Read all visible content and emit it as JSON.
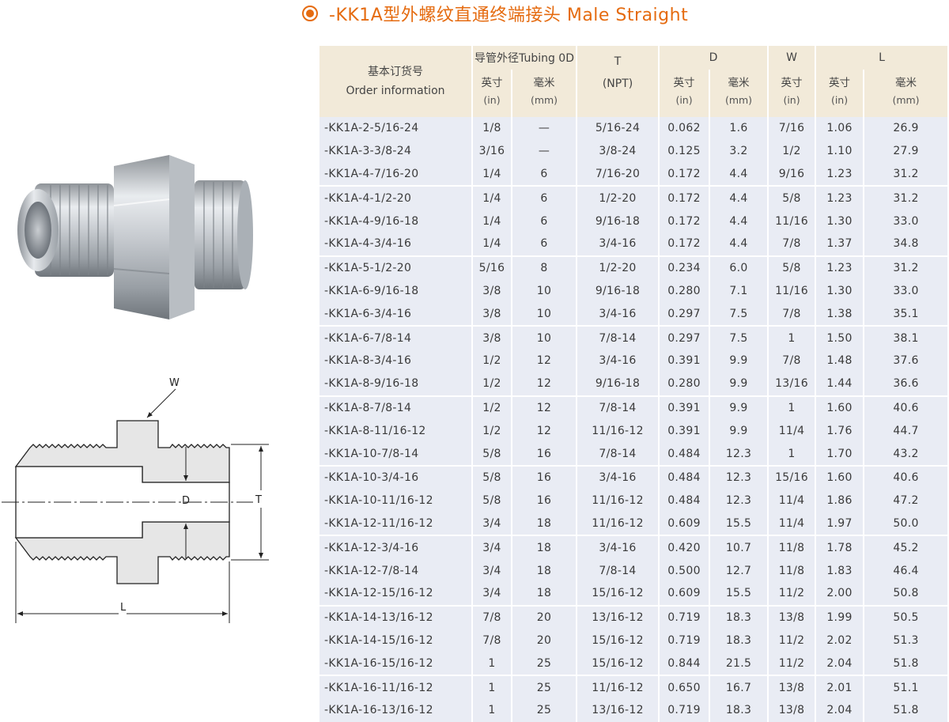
{
  "title": "-KK1A型外螺纹直通终端接头 Male Straight",
  "icons": {
    "bullet": "orange-ring-bullet-icon"
  },
  "colors": {
    "accent": "#e56b10",
    "header_bg": "#f2ead9",
    "row_bg": "#e9ecf4"
  },
  "drawing_labels": {
    "w": "W",
    "d": "D",
    "t": "T",
    "l": "L"
  },
  "header": {
    "order_cn": "基本订货号",
    "order_en": "Order information",
    "tubing": "导管外径Tubing 0D",
    "t": "T",
    "t_sub": "(NPT)",
    "d": "D",
    "w": "W",
    "l": "L",
    "inch": "英寸",
    "inch_unit": "(in)",
    "mm": "毫米",
    "mm_unit": "(mm)"
  },
  "rows": [
    [
      "-KK1A-2-5/16-24",
      "1/8",
      "—",
      "5/16-24",
      "0.062",
      "1.6",
      "7/16",
      "1.06",
      "26.9"
    ],
    [
      "-KK1A-3-3/8-24",
      "3/16",
      "—",
      "3/8-24",
      "0.125",
      "3.2",
      "1/2",
      "1.10",
      "27.9"
    ],
    [
      "-KK1A-4-7/16-20",
      "1/4",
      "6",
      "7/16-20",
      "0.172",
      "4.4",
      "9/16",
      "1.23",
      "31.2"
    ],
    [
      "-KK1A-4-1/2-20",
      "1/4",
      "6",
      "1/2-20",
      "0.172",
      "4.4",
      "5/8",
      "1.23",
      "31.2"
    ],
    [
      "-KK1A-4-9/16-18",
      "1/4",
      "6",
      "9/16-18",
      "0.172",
      "4.4",
      "11/16",
      "1.30",
      "33.0"
    ],
    [
      "-KK1A-4-3/4-16",
      "1/4",
      "6",
      "3/4-16",
      "0.172",
      "4.4",
      "7/8",
      "1.37",
      "34.8"
    ],
    [
      "-KK1A-5-1/2-20",
      "5/16",
      "8",
      "1/2-20",
      "0.234",
      "6.0",
      "5/8",
      "1.23",
      "31.2"
    ],
    [
      "-KK1A-6-9/16-18",
      "3/8",
      "10",
      "9/16-18",
      "0.280",
      "7.1",
      "11/16",
      "1.30",
      "33.0"
    ],
    [
      "-KK1A-6-3/4-16",
      "3/8",
      "10",
      "3/4-16",
      "0.297",
      "7.5",
      "7/8",
      "1.38",
      "35.1"
    ],
    [
      "-KK1A-6-7/8-14",
      "3/8",
      "10",
      "7/8-14",
      "0.297",
      "7.5",
      "1",
      "1.50",
      "38.1"
    ],
    [
      "-KK1A-8-3/4-16",
      "1/2",
      "12",
      "3/4-16",
      "0.391",
      "9.9",
      "7/8",
      "1.48",
      "37.6"
    ],
    [
      "-KK1A-8-9/16-18",
      "1/2",
      "12",
      "9/16-18",
      "0.280",
      "9.9",
      "13/16",
      "1.44",
      "36.6"
    ],
    [
      "-KK1A-8-7/8-14",
      "1/2",
      "12",
      "7/8-14",
      "0.391",
      "9.9",
      "1",
      "1.60",
      "40.6"
    ],
    [
      "-KK1A-8-11/16-12",
      "1/2",
      "12",
      "11/16-12",
      "0.391",
      "9.9",
      "11/4",
      "1.76",
      "44.7"
    ],
    [
      "-KK1A-10-7/8-14",
      "5/8",
      "16",
      "7/8-14",
      "0.484",
      "12.3",
      "1",
      "1.70",
      "43.2"
    ],
    [
      "-KK1A-10-3/4-16",
      "5/8",
      "16",
      "3/4-16",
      "0.484",
      "12.3",
      "15/16",
      "1.60",
      "40.6"
    ],
    [
      "-KK1A-10-11/16-12",
      "5/8",
      "16",
      "11/16-12",
      "0.484",
      "12.3",
      "11/4",
      "1.86",
      "47.2"
    ],
    [
      "-KK1A-12-11/16-12",
      "3/4",
      "18",
      "11/16-12",
      "0.609",
      "15.5",
      "11/4",
      "1.97",
      "50.0"
    ],
    [
      "-KK1A-12-3/4-16",
      "3/4",
      "18",
      "3/4-16",
      "0.420",
      "10.7",
      "11/8",
      "1.78",
      "45.2"
    ],
    [
      "-KK1A-12-7/8-14",
      "3/4",
      "18",
      "7/8-14",
      "0.500",
      "12.7",
      "11/8",
      "1.83",
      "46.4"
    ],
    [
      "-KK1A-12-15/16-12",
      "3/4",
      "18",
      "15/16-12",
      "0.609",
      "15.5",
      "11/2",
      "2.00",
      "50.8"
    ],
    [
      "-KK1A-14-13/16-12",
      "7/8",
      "20",
      "13/16-12",
      "0.719",
      "18.3",
      "13/8",
      "1.99",
      "50.5"
    ],
    [
      "-KK1A-14-15/16-12",
      "7/8",
      "20",
      "15/16-12",
      "0.719",
      "18.3",
      "11/2",
      "2.02",
      "51.3"
    ],
    [
      "-KK1A-16-15/16-12",
      "1",
      "25",
      "15/16-12",
      "0.844",
      "21.5",
      "11/2",
      "2.04",
      "51.8"
    ],
    [
      "-KK1A-16-11/16-12",
      "1",
      "25",
      "11/16-12",
      "0.650",
      "16.7",
      "13/8",
      "2.01",
      "51.1"
    ],
    [
      "-KK1A-16-13/16-12",
      "1",
      "25",
      "13/16-12",
      "0.719",
      "18.3",
      "13/8",
      "2.04",
      "51.8"
    ]
  ]
}
